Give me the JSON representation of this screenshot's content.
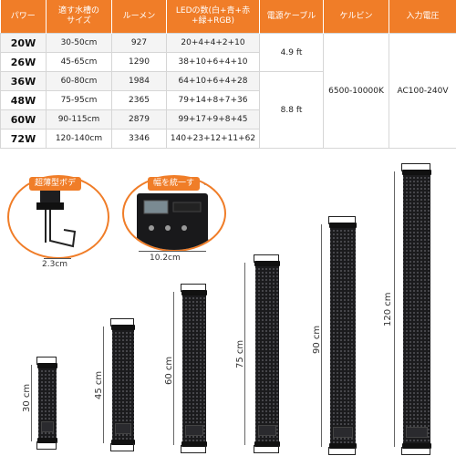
{
  "table": {
    "headers": [
      "パワー",
      "適す水槽の\nサイズ",
      "ルーメン",
      "LEDの数(白+青+赤\n+緑+RGB)",
      "電源ケーブル",
      "ケルビン",
      "入力電圧"
    ],
    "rows": [
      {
        "watt": "20W",
        "size": "30-50cm",
        "lumen": "927",
        "leds": "20+4+4+2+10"
      },
      {
        "watt": "26W",
        "size": "45-65cm",
        "lumen": "1290",
        "leds": "38+10+6+4+10"
      },
      {
        "watt": "36W",
        "size": "60-80cm",
        "lumen": "1984",
        "leds": "64+10+6+4+28"
      },
      {
        "watt": "48W",
        "size": "75-95cm",
        "lumen": "2365",
        "leds": "79+14+8+7+36"
      },
      {
        "watt": "60W",
        "size": "90-115cm",
        "lumen": "2879",
        "leds": "99+17+9+8+45"
      },
      {
        "watt": "72W",
        "size": "120-140cm",
        "lumen": "3346",
        "leds": "140+23+12+11+62"
      }
    ],
    "cable_short": "4.9 ft",
    "cable_long": "8.8 ft",
    "kelvin": "6500-10000K",
    "voltage": "AC100-240V"
  },
  "details": {
    "thin_label": "超薄型ボデ",
    "thin_dim": "2.3cm",
    "width_label": "幅を統一す",
    "width_dim": "10.2cm"
  },
  "lamps": [
    {
      "length": "30 cm"
    },
    {
      "length": "45 cm"
    },
    {
      "length": "60 cm"
    },
    {
      "length": "75 cm"
    },
    {
      "length": "90 cm"
    },
    {
      "length": "120 cm"
    }
  ],
  "colors": {
    "accent": "#f07d28",
    "lamp": "#1b1b1d"
  }
}
